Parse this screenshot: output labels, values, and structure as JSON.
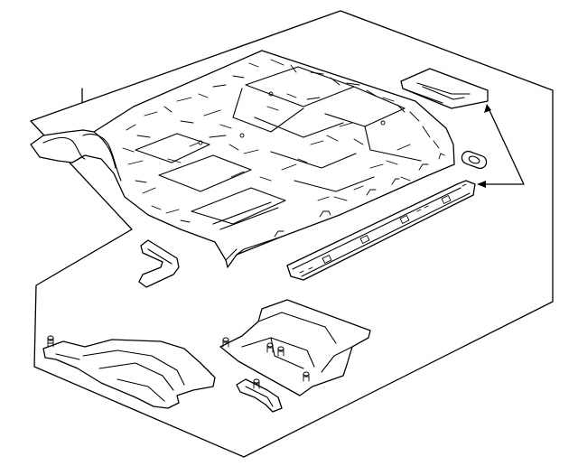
{
  "diagram": {
    "type": "exploded parts illustration",
    "background_color": "#ffffff",
    "line_color": "#000000",
    "parts": [
      {
        "id": "floor-pan",
        "kind": "main floor pan assembly"
      },
      {
        "id": "rocker-reinforcement",
        "kind": "side rail reinforcement"
      },
      {
        "id": "upper-bracket",
        "kind": "small bracket"
      },
      {
        "id": "grommet",
        "kind": "oval plug"
      },
      {
        "id": "front-bracket",
        "kind": "small bent bracket"
      },
      {
        "id": "left-floor-panel",
        "kind": "floor panel with studs"
      },
      {
        "id": "center-floor-panel",
        "kind": "floor panel with studs"
      },
      {
        "id": "small-bracket",
        "kind": "small stamped bracket"
      }
    ]
  }
}
